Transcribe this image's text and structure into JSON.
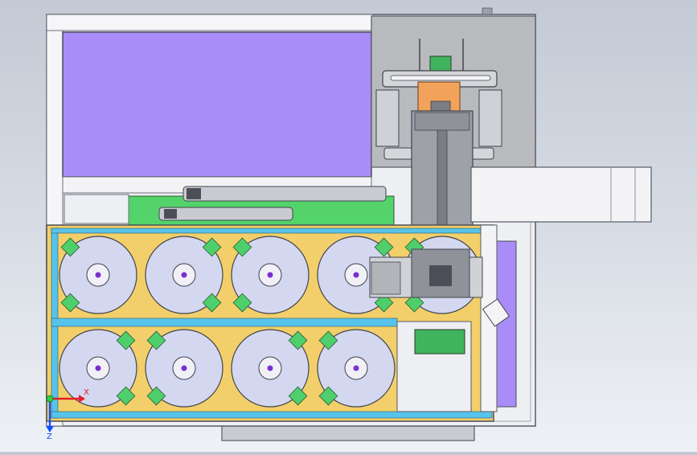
{
  "axes": {
    "x_label": "X",
    "y_label": "Z"
  },
  "colors": {
    "frame": "#f4f4f6",
    "frame_stroke": "#555b66",
    "screen": "#a98cf8",
    "tray": "#f2cf6a",
    "tray_rail": "#57c3ea",
    "disc": "#d3d7ef",
    "hub": "#f0f0f6",
    "green_block": "#53d36a",
    "green_diamond": "#4fcf6b",
    "steel": "#b2b4b9",
    "steel_dark": "#7d8089",
    "orange": "#f2a25a",
    "axis_x": "#e0202a",
    "axis_y": "#1050ff"
  },
  "trays": {
    "rows": 2,
    "columns": 5,
    "visible_disc_positions": 9
  }
}
